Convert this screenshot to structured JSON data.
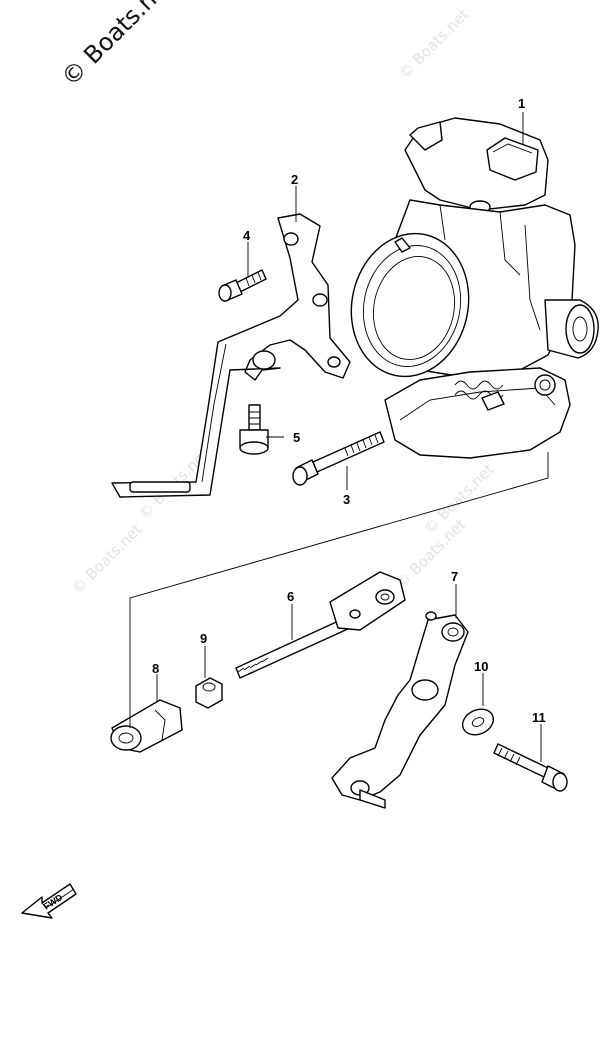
{
  "watermark": {
    "main_text": "© Boats.net",
    "faint_text": "© Boats.net"
  },
  "parts": [
    {
      "callout": "1"
    },
    {
      "callout": "2"
    },
    {
      "callout": "3"
    },
    {
      "callout": "4"
    },
    {
      "callout": "5"
    },
    {
      "callout": "6"
    },
    {
      "callout": "7"
    },
    {
      "callout": "8"
    },
    {
      "callout": "9"
    },
    {
      "callout": "10"
    },
    {
      "callout": "11"
    }
  ],
  "fwd_indicator": {
    "label": "FWD"
  }
}
